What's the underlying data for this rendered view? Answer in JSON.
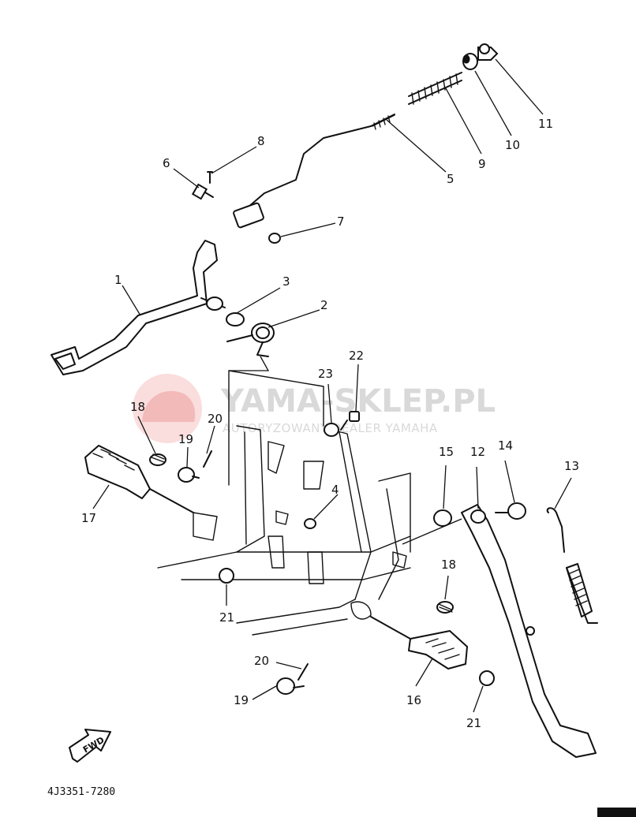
{
  "watermark": {
    "brand": "YAMA-SKLEP.PL",
    "subtitle": "AUTORYZOWANY DEALER YAMAHA",
    "logo_color": "#e53935"
  },
  "fwd_label": "FWD",
  "diagram_code": "4J3351-7280",
  "parts": [
    {
      "num": "1"
    },
    {
      "num": "2"
    },
    {
      "num": "3"
    },
    {
      "num": "4"
    },
    {
      "num": "5"
    },
    {
      "num": "6"
    },
    {
      "num": "7"
    },
    {
      "num": "8"
    },
    {
      "num": "9"
    },
    {
      "num": "10"
    },
    {
      "num": "11"
    },
    {
      "num": "12"
    },
    {
      "num": "13"
    },
    {
      "num": "14"
    },
    {
      "num": "15"
    },
    {
      "num": "16"
    },
    {
      "num": "17"
    },
    {
      "num": "18"
    },
    {
      "num": "18"
    },
    {
      "num": "19"
    },
    {
      "num": "19"
    },
    {
      "num": "20"
    },
    {
      "num": "20"
    },
    {
      "num": "21"
    },
    {
      "num": "21"
    },
    {
      "num": "22"
    },
    {
      "num": "23"
    }
  ]
}
